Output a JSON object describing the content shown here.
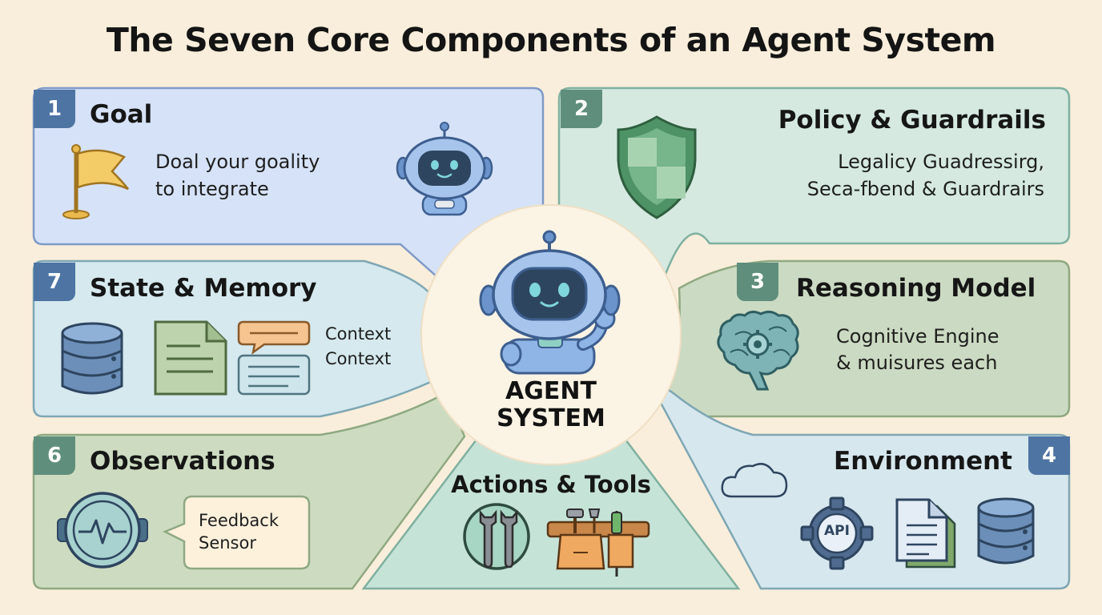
{
  "title": "The Seven Core Components of an Agent System",
  "center": {
    "line1": "AGENT",
    "line2": "SYSTEM"
  },
  "components": {
    "goal": {
      "number": "1",
      "title": "Goal",
      "line1": "Doal your goality",
      "line2": "to integrate"
    },
    "policy": {
      "number": "2",
      "title": "Policy & Guardrails",
      "line1": "Legalicy Guadressirg,",
      "line2": "Seca-fbend & Guardrairs"
    },
    "reasoning": {
      "number": "3",
      "title": "Reasoning Model",
      "line1": "Cognitive Engine",
      "line2": "& muisures each"
    },
    "environment": {
      "number": "4",
      "title": "Environment",
      "api_label": "API"
    },
    "actions": {
      "title": "Actions & Tools"
    },
    "observations": {
      "number": "6",
      "title": "Observations",
      "line1": "Feedback",
      "line2": "Sensor"
    },
    "memory": {
      "number": "7",
      "title": "State & Memory",
      "line1": "Context",
      "line2": "Context"
    }
  },
  "colors": {
    "background": "#f9eedb",
    "goal": "#d6e2f7",
    "policy": "#d5e9e1",
    "reasoning": "#cbdac2",
    "environment": "#d6e7ee",
    "actions": "#c6e3d8",
    "observations": "#cddcc1",
    "memory": "#d5e9ee",
    "number_blue": "#4e74a4",
    "number_green": "#5f8f7c"
  }
}
